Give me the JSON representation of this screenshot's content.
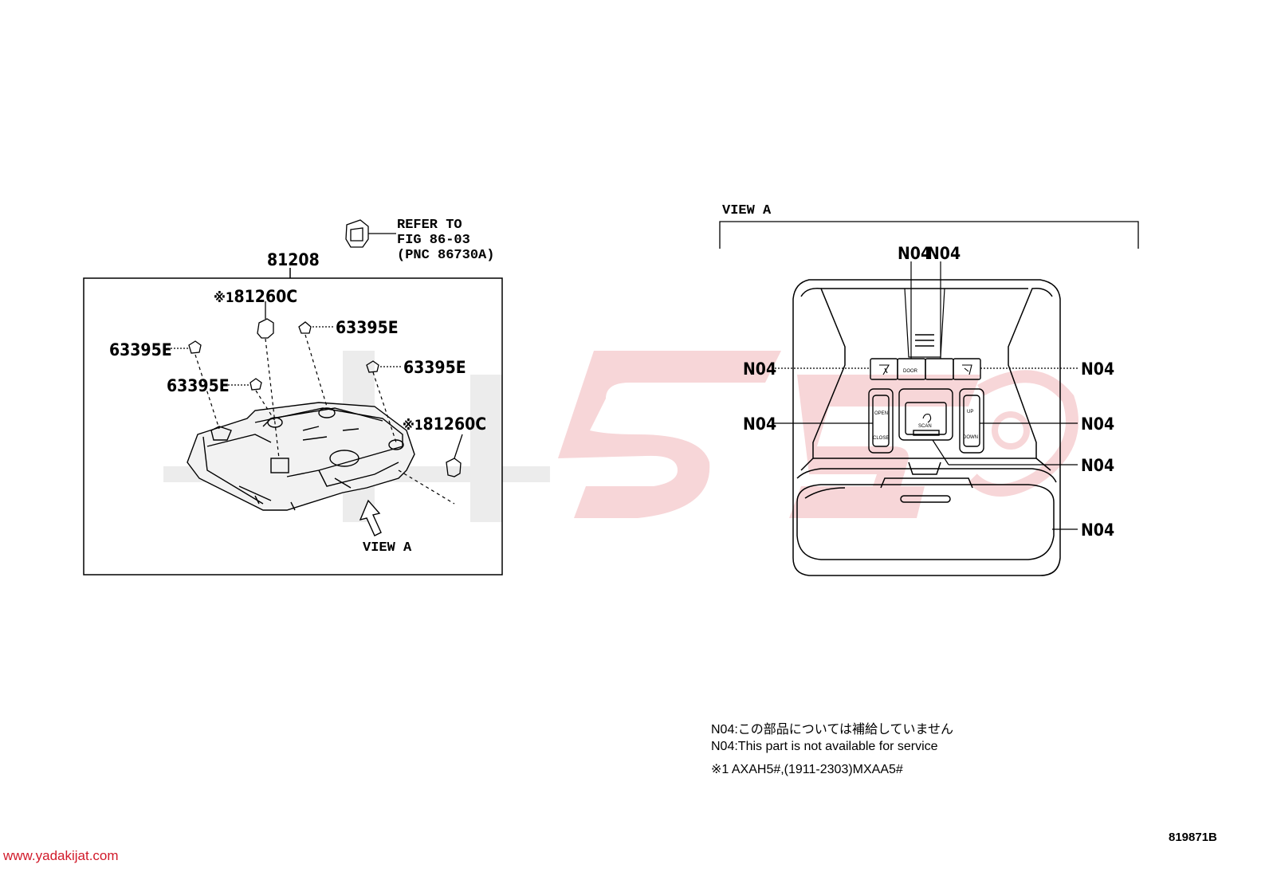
{
  "left": {
    "refer_lines": [
      "REFER TO",
      "FIG 86-03",
      "(PNC 86730A)"
    ],
    "main_part": "81208",
    "part_81260c": "81260C",
    "part_63395e": "63395E",
    "view_arrow_label": "VIEW A"
  },
  "right": {
    "title": "VIEW A",
    "callout": "N04"
  },
  "notes": [
    "N04:この部品については補給していません",
    "N04:This part is not available for service",
    "※1 AXAH5#,(1911-2303)MXAA5#"
  ],
  "symbol_mark": "※1",
  "document_id": "819871B",
  "website": "www.yadakijat.com",
  "button_labels": {
    "open": "OPEN",
    "close": "CLOSE",
    "up": "UP",
    "down": "DOWN",
    "door": "DOOR",
    "scan": "SCAN"
  },
  "colors": {
    "line": "#000000",
    "watermark_gray": "#ececec",
    "watermark_red": "#f7d6d8",
    "url": "#d11a2a"
  }
}
